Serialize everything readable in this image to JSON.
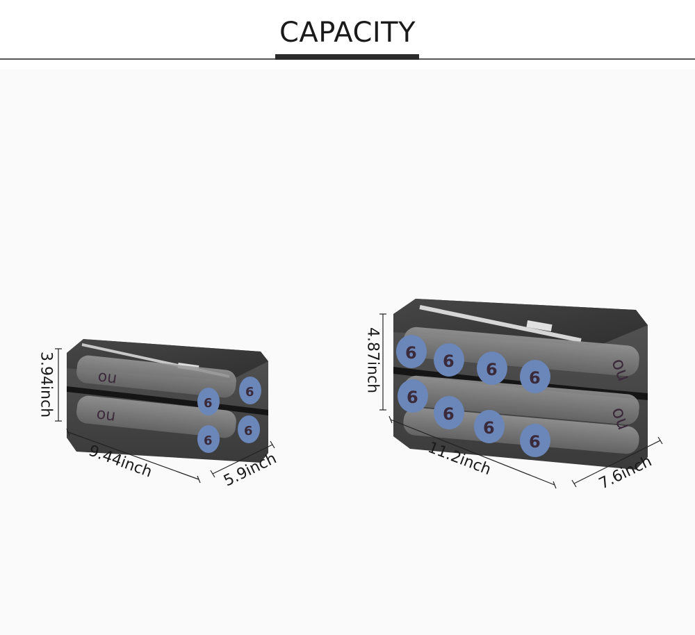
{
  "header": {
    "title": "CAPACITY"
  },
  "small_cube": {
    "height_label": "3.94inch",
    "length_label": "9.44inch",
    "width_label": "5.9inch"
  },
  "large_cube": {
    "height_label": "4.87inch",
    "length_label": "11.2inch",
    "width_label": "7.6inch"
  },
  "colors": {
    "bag_body": "#4a4a4a",
    "bag_top": "#3c3c3c",
    "zipper": "#151515",
    "bottle_cap": "#6b86b8",
    "cap_number": "#3a2a3a",
    "background": "#fafafa"
  }
}
